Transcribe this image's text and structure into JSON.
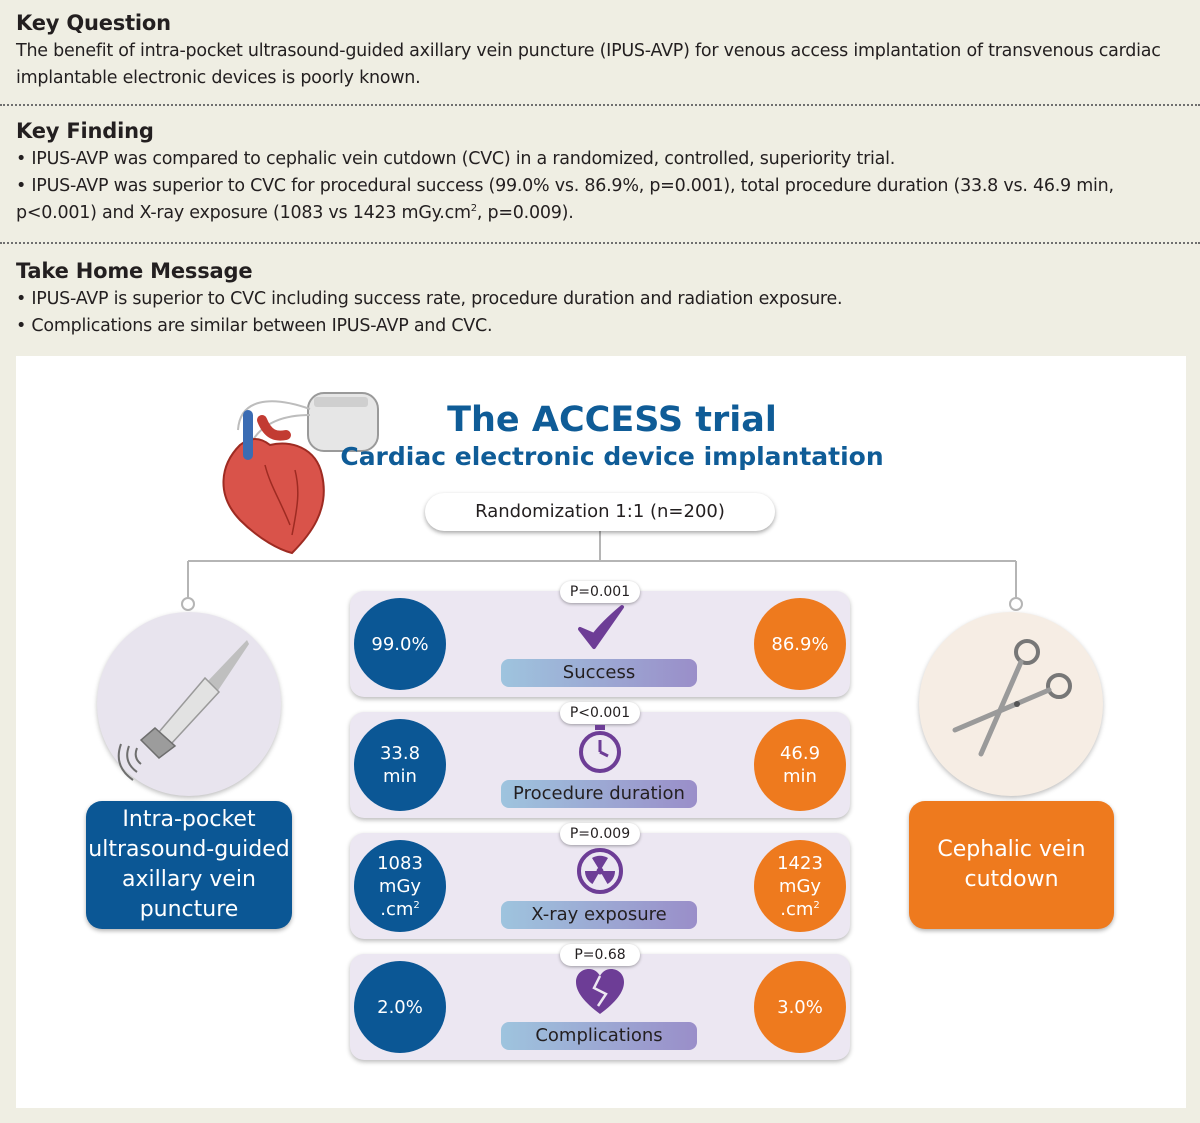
{
  "key_question": {
    "title": "Key Question",
    "line1": "The benefit of intra-pocket ultrasound-guided axillary vein puncture (IPUS-AVP) for venous access implantation of transvenous cardiac",
    "line2": "implantable electronic devices is poorly known."
  },
  "key_finding": {
    "title": "Key Finding",
    "bullet1": "IPUS-AVP was compared to cephalic vein cutdown (CVC) in a randomized, controlled, superiority trial.",
    "bullet2_line1": "IPUS-AVP was superior to CVC for procedural success (99.0% vs. 86.9%, p=0.001), total procedure duration (33.8 vs. 46.9 min,",
    "bullet2_line2_a": "p<0.001) and X-ray exposure (1083 vs 1423 mGy.cm",
    "bullet2_line2_sup": "2",
    "bullet2_line2_b": ", p=0.009)."
  },
  "take_home": {
    "title": "Take Home Message",
    "bullet1": "IPUS-AVP is superior to CVC including success rate, procedure duration and radiation exposure.",
    "bullet2": "Complications are similar between IPUS-AVP and CVC."
  },
  "graphic": {
    "title": "The ACCESS trial",
    "subtitle": "Cardiac electronic device implantation",
    "randomization": "Randomization 1:1 (n=200)",
    "left_arm": [
      "Intra-pocket",
      "ultrasound-guided",
      "axillary vein",
      "puncture"
    ],
    "right_arm": [
      "Cephalic vein",
      "cutdown"
    ],
    "outcomes": [
      {
        "label": "Success",
        "p": "P=0.001",
        "left": [
          "99.0%"
        ],
        "right": [
          "86.9%"
        ],
        "icon": "checkmark-icon"
      },
      {
        "label": "Procedure duration",
        "p": "P<0.001",
        "left": [
          "33.8",
          "min"
        ],
        "right": [
          "46.9",
          "min"
        ],
        "icon": "stopwatch-icon"
      },
      {
        "label": "X-ray exposure",
        "p": "P=0.009",
        "left": [
          "1083",
          "mGy",
          ".cm"
        ],
        "right": [
          "1423",
          "mGy",
          ".cm"
        ],
        "unit_sup": "2",
        "icon": "radiation-icon"
      },
      {
        "label": "Complications",
        "p": "P=0.68",
        "left": [
          "2.0%"
        ],
        "right": [
          "3.0%"
        ],
        "icon": "broken-heart-icon"
      }
    ]
  },
  "colors": {
    "ipus_blue": "#0b5795",
    "cvc_orange": "#ee7a1e",
    "title_blue": "#0f5c97",
    "icon_purple": "#6d3d96",
    "background": "#efeee3"
  }
}
